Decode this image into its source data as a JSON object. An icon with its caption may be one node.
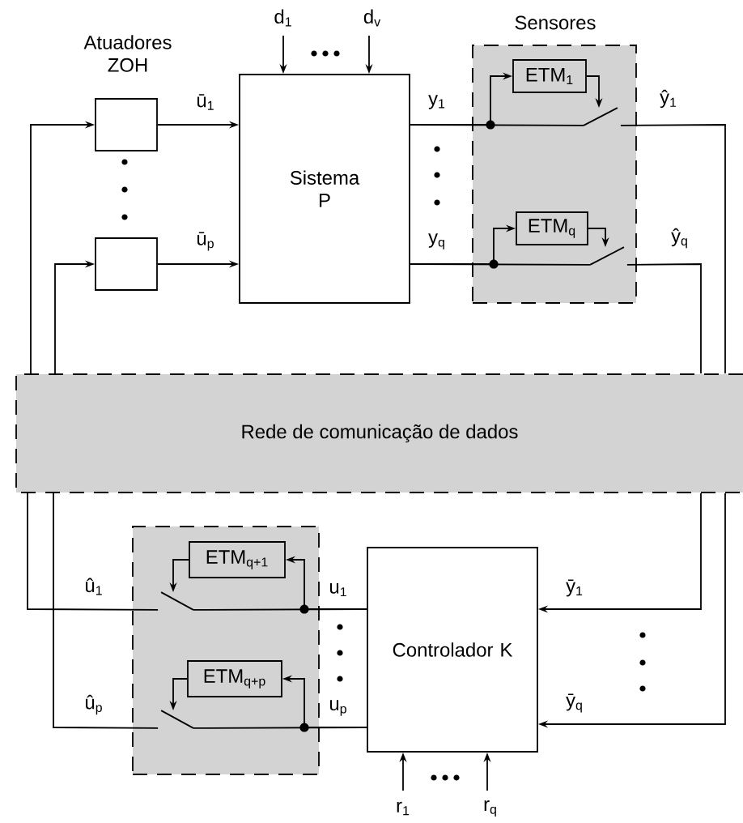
{
  "diagram": {
    "nodes": [
      {
        "text": [
          "Sistema P"
        ]
      },
      {
        "text": [],
        "shape": "box"
      },
      {
        "text": [],
        "shape": "box"
      },
      {
        "text": [
          "Sensores"
        ]
      },
      {
        "text": [
          "ETM$_{1}$"
        ],
        "in": 3
      },
      {
        "text": [],
        "shape": "switch",
        "in": 3
      },
      {
        "text": [
          "ETM$_{q}$"
        ],
        "in": 3
      },
      {
        "text": [],
        "shape": "switch",
        "in": 3
      },
      {
        "text": [
          "Rede de comunicação de dados"
        ]
      },
      {
        "text": [],
        "shape": "box"
      },
      {
        "text": [
          "ETM$_{q+1}$"
        ],
        "in": 9
      },
      {
        "text": [],
        "shape": "switch",
        "in": 9
      },
      {
        "text": [
          "ETM$_{q+p}$"
        ],
        "in": 9
      },
      {
        "text": [],
        "shape": "switch",
        "in": 9
      },
      {
        "text": [
          "Controlador K"
        ]
      }
    ],
    "edges": [
      {
        "from": null,
        "to": 0,
        "arrow": "to",
        "label": "d$_{1}$"
      },
      {
        "from": null,
        "to": 0,
        "arrow": "to",
        "label": "d$_{v}$"
      },
      {
        "from": 1,
        "to": 0,
        "arrow": "to",
        "label": "ū$_{1}$"
      },
      {
        "from": 2,
        "to": 0,
        "arrow": "to",
        "label": "ū$_{p}$"
      },
      {
        "from": 0,
        "to": 4,
        "arrow": "to",
        "label": "y$_{1}$"
      },
      {
        "from": 0,
        "to": 5,
        "arrow": "none"
      },
      {
        "from": 4,
        "to": 5,
        "arrow": "to"
      },
      {
        "from": 5,
        "to": 8,
        "arrow": "none",
        "label": "ŷ$_{1}$"
      },
      {
        "from": 0,
        "to": 6,
        "arrow": "to",
        "label": "y$_{q}$"
      },
      {
        "from": 0,
        "to": 7,
        "arrow": "none"
      },
      {
        "from": 6,
        "to": 7,
        "arrow": "to"
      },
      {
        "from": 7,
        "to": 8,
        "arrow": "none",
        "label": "ŷ$_{q}$"
      },
      {
        "from": 8,
        "to": 1,
        "arrow": "to"
      },
      {
        "from": 8,
        "to": 2,
        "arrow": "to"
      },
      {
        "from": 8,
        "to": 14,
        "arrow": "to",
        "label": "ȳ$_{1}$"
      },
      {
        "from": 8,
        "to": 14,
        "arrow": "to",
        "label": "ȳ$_{q}$"
      },
      {
        "from": 14,
        "to": 10,
        "arrow": "to",
        "label": "u$_{1}$"
      },
      {
        "from": 14,
        "to": 11,
        "arrow": "none"
      },
      {
        "from": 10,
        "to": 11,
        "arrow": "to"
      },
      {
        "from": 11,
        "to": 8,
        "arrow": "none",
        "label": "û$_{1}$"
      },
      {
        "from": 14,
        "to": 12,
        "arrow": "to",
        "label": "u$_{p}$"
      },
      {
        "from": 14,
        "to": 13,
        "arrow": "none"
      },
      {
        "from": 12,
        "to": 13,
        "arrow": "to"
      },
      {
        "from": 13,
        "to": 8,
        "arrow": "none",
        "label": "û$_{p}$"
      },
      {
        "from": null,
        "to": 14,
        "arrow": "to",
        "label": "r$_{1}$"
      },
      {
        "from": null,
        "to": 14,
        "arrow": "to",
        "label": "r$_{q}$"
      }
    ],
    "labels": [
      "Atuadores ZOH"
    ]
  }
}
